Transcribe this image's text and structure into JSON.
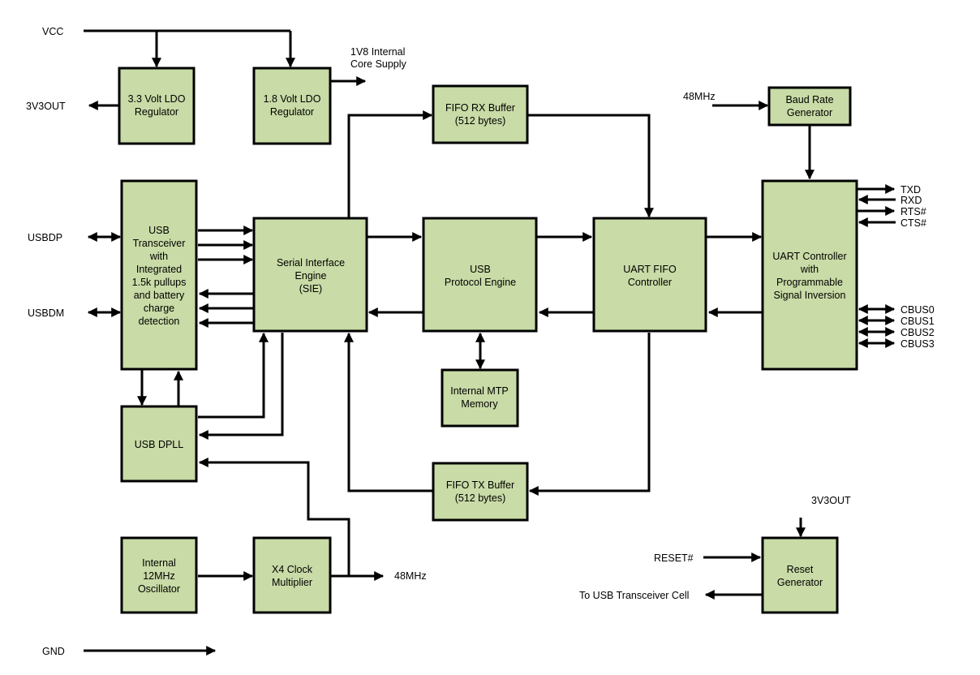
{
  "blocks": {
    "ldo33": [
      "3.3 Volt LDO",
      "Regulator"
    ],
    "ldo18": [
      "1.8 Volt LDO",
      "Regulator"
    ],
    "fifo_rx": [
      "FIFO RX Buffer",
      "(512 bytes)"
    ],
    "baud": [
      "Baud Rate",
      "Generator"
    ],
    "usb_xcvr": [
      "USB",
      "Transceiver",
      "with",
      "Integrated",
      "1.5k pullups",
      "and battery",
      "charge",
      "detection"
    ],
    "sie": [
      "Serial Interface",
      "Engine",
      "(SIE)"
    ],
    "usb_pe": [
      "USB",
      "Protocol Engine"
    ],
    "uart_fifo": [
      "UART FIFO",
      "Controller"
    ],
    "uart_ctrl": [
      "UART Controller",
      "with",
      "Programmable",
      "Signal Inversion"
    ],
    "mtp": [
      "Internal MTP",
      "Memory"
    ],
    "dpll": [
      "USB DPLL"
    ],
    "fifo_tx": [
      "FIFO TX Buffer",
      "(512 bytes)"
    ],
    "osc": [
      "Internal",
      "12MHz",
      "Oscillator"
    ],
    "x4": [
      "X4 Clock",
      "Multiplier"
    ],
    "reset": [
      "Reset",
      "Generator"
    ]
  },
  "labels": {
    "vcc": "VCC",
    "v3v3out_left": "3V3OUT",
    "core_supply_1": "1V8 Internal",
    "core_supply_2": "Core Supply",
    "mhz48_top": "48MHz",
    "usbdp": "USBDP",
    "usbdm": "USBDM",
    "txd": "TXD",
    "rxd": "RXD",
    "rts": "RTS#",
    "cts": "CTS#",
    "cbus0": "CBUS0",
    "cbus1": "CBUS1",
    "cbus2": "CBUS2",
    "cbus3": "CBUS3",
    "mhz48_bottom": "48MHz",
    "v3v3out_reset": "3V3OUT",
    "reset_n": "RESET#",
    "to_usb_xcvr": "To USB Transceiver Cell",
    "gnd": "GND"
  }
}
